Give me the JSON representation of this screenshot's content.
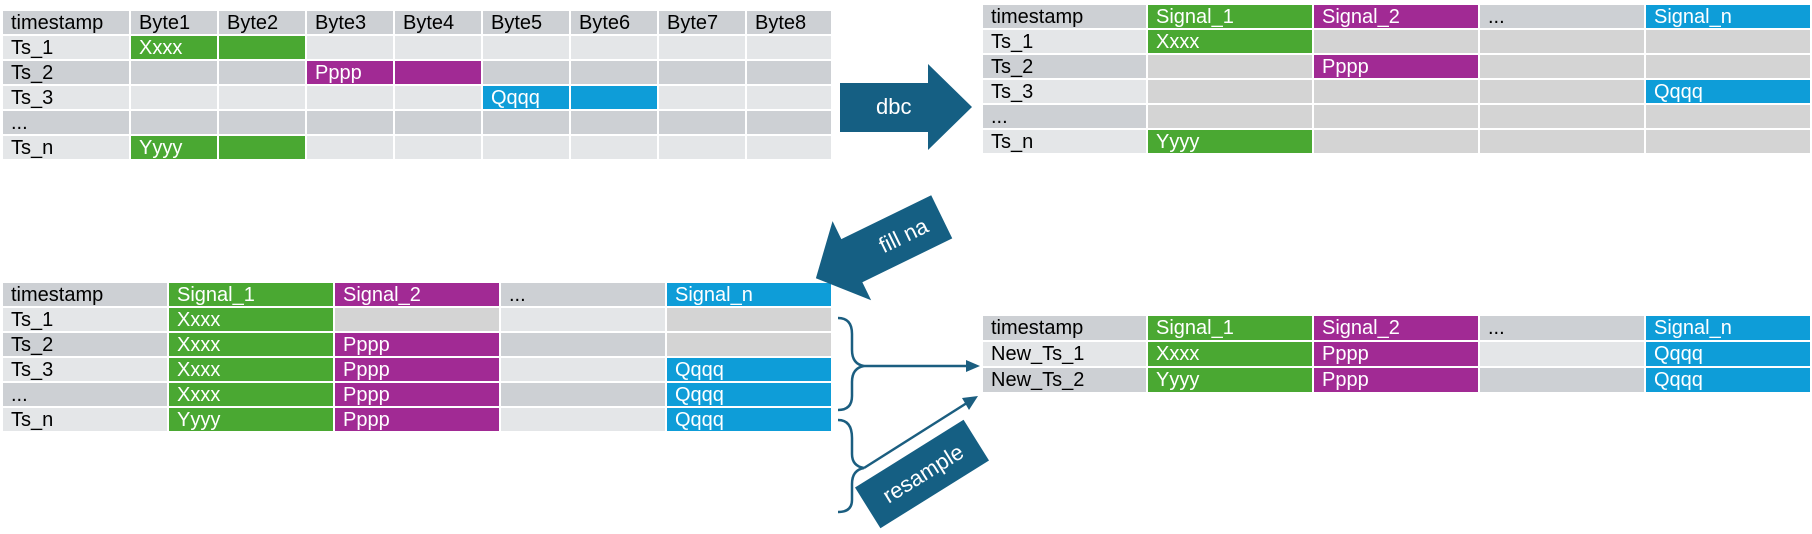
{
  "table_raw": {
    "headers": [
      "timestamp",
      "Byte1",
      "Byte2",
      "Byte3",
      "Byte4",
      "Byte5",
      "Byte6",
      "Byte7",
      "Byte8"
    ],
    "rows": [
      [
        "Ts_1",
        "Xxxx",
        "",
        "",
        "",
        "",
        "",
        "",
        ""
      ],
      [
        "Ts_2",
        "",
        "",
        "Pppp",
        "",
        "",
        "",
        "",
        ""
      ],
      [
        "Ts_3",
        "",
        "",
        "",
        "",
        "Qqqq",
        "",
        "",
        ""
      ],
      [
        "...",
        "",
        "",
        "",
        "",
        "",
        "",
        "",
        ""
      ],
      [
        "Ts_n",
        "Yyyy",
        "",
        "",
        "",
        "",
        "",
        "",
        ""
      ]
    ],
    "highlights": [
      {
        "row": 0,
        "cols": [
          1,
          2
        ],
        "color": "green"
      },
      {
        "row": 1,
        "cols": [
          3,
          4
        ],
        "color": "purple"
      },
      {
        "row": 2,
        "cols": [
          5,
          6
        ],
        "color": "blue"
      },
      {
        "row": 4,
        "cols": [
          1,
          2
        ],
        "color": "green"
      }
    ]
  },
  "table_decoded": {
    "headers": [
      "timestamp",
      "Signal_1",
      "Signal_2",
      "...",
      "Signal_n"
    ],
    "rows": [
      [
        "Ts_1",
        "Xxxx",
        "",
        "",
        ""
      ],
      [
        "Ts_2",
        "",
        "Pppp",
        "",
        ""
      ],
      [
        "Ts_3",
        "",
        "",
        "",
        "Qqqq"
      ],
      [
        "...",
        "",
        "",
        "",
        ""
      ],
      [
        "Ts_n",
        "Yyyy",
        "",
        "",
        ""
      ]
    ]
  },
  "table_filled": {
    "headers": [
      "timestamp",
      "Signal_1",
      "Signal_2",
      "...",
      "Signal_n"
    ],
    "rows": [
      [
        "Ts_1",
        "Xxxx",
        "",
        "",
        ""
      ],
      [
        "Ts_2",
        "Xxxx",
        "Pppp",
        "",
        ""
      ],
      [
        "Ts_3",
        "Xxxx",
        "Pppp",
        "",
        "Qqqq"
      ],
      [
        "...",
        "Xxxx",
        "Pppp",
        "",
        "Qqqq"
      ],
      [
        "Ts_n",
        "Yyyy",
        "Pppp",
        "",
        "Qqqq"
      ]
    ]
  },
  "table_resampled": {
    "headers": [
      "timestamp",
      "Signal_1",
      "Signal_2",
      "...",
      "Signal_n"
    ],
    "rows": [
      [
        "New_Ts_1",
        "Xxxx",
        "Pppp",
        "",
        "Qqqq"
      ],
      [
        "New_Ts_2",
        "Yyyy",
        "Pppp",
        "",
        "Qqqq"
      ]
    ]
  },
  "arrows": {
    "dbc": "dbc",
    "fill_na": "fill na",
    "resample": "resample"
  },
  "colors": {
    "green": "#4aa832",
    "purple": "#a12a94",
    "blue": "#0e9dd8",
    "arrow": "#155f83",
    "connector": "#1b5e80"
  }
}
